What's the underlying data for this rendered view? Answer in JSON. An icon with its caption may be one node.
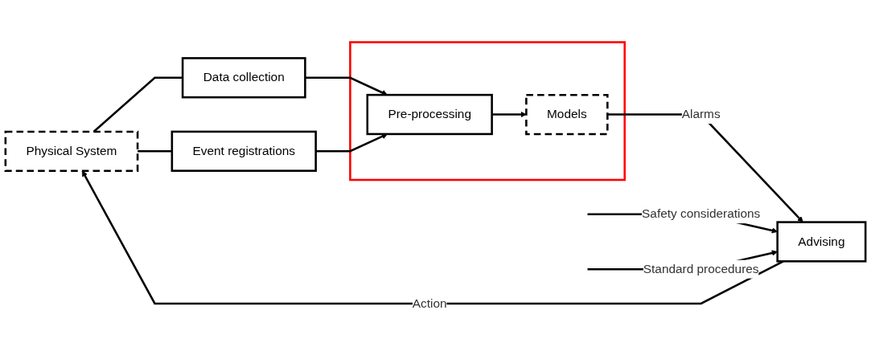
{
  "diagram": {
    "nodes": [
      {
        "text": [
          "Physical System"
        ]
      },
      {
        "text": [
          "Data collection"
        ]
      },
      {
        "text": [
          "Event registrations"
        ]
      },
      {
        "text": [],
        "shape": "box"
      },
      {
        "text": [
          "Pre-processing"
        ],
        "in": 3
      },
      {
        "text": [
          "Models"
        ],
        "in": 3
      },
      {
        "text": [
          "Advising"
        ]
      }
    ],
    "edges": [
      {
        "from": 0,
        "to": 1,
        "arrow": "none"
      },
      {
        "from": 1,
        "to": 4,
        "arrow": "to"
      },
      {
        "from": 0,
        "to": 2,
        "arrow": "none"
      },
      {
        "from": 2,
        "to": 4,
        "arrow": "to"
      },
      {
        "from": 4,
        "to": 5,
        "arrow": "to"
      },
      {
        "from": 5,
        "to": 6,
        "arrow": "to",
        "label": "Alarms"
      },
      {
        "from": 6,
        "to": 0,
        "arrow": "to",
        "label": "Action"
      },
      {
        "from": null,
        "to": 6,
        "arrow": "to",
        "label": "Safety considerations"
      },
      {
        "from": null,
        "to": 6,
        "arrow": "to",
        "label": "Standard procedures"
      }
    ]
  }
}
